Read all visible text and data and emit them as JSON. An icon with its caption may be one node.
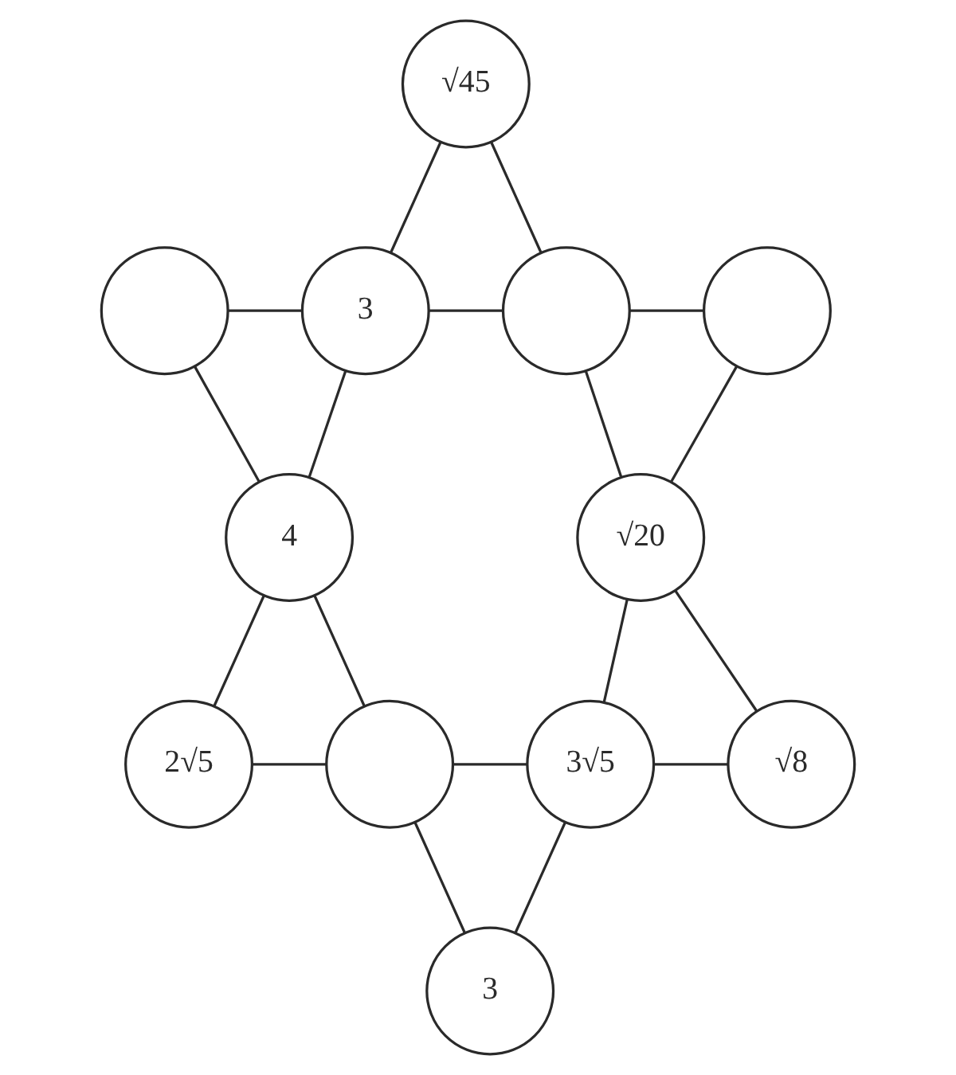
{
  "diagram": {
    "nodes": [
      {
        "text": [
          "√45"
        ]
      },
      {
        "text": [],
        "shape": "circle"
      },
      {
        "text": [
          "3"
        ]
      },
      {
        "text": [],
        "shape": "circle"
      },
      {
        "text": [],
        "shape": "circle"
      },
      {
        "text": [
          "4"
        ]
      },
      {
        "text": [
          "√20"
        ]
      },
      {
        "text": [
          "2√5"
        ]
      },
      {
        "text": [],
        "shape": "circle"
      },
      {
        "text": [
          "3√5"
        ]
      },
      {
        "text": [
          "√8"
        ]
      },
      {
        "text": [
          "3"
        ]
      }
    ],
    "edges": [
      {
        "from": 0,
        "to": 2,
        "arrow": "none"
      },
      {
        "from": 0,
        "to": 3,
        "arrow": "none"
      },
      {
        "from": 1,
        "to": 2,
        "arrow": "none"
      },
      {
        "from": 2,
        "to": 3,
        "arrow": "none"
      },
      {
        "from": 3,
        "to": 4,
        "arrow": "none"
      },
      {
        "from": 1,
        "to": 5,
        "arrow": "none"
      },
      {
        "from": 2,
        "to": 5,
        "arrow": "none"
      },
      {
        "from": 3,
        "to": 6,
        "arrow": "none"
      },
      {
        "from": 4,
        "to": 6,
        "arrow": "none"
      },
      {
        "from": 5,
        "to": 7,
        "arrow": "none"
      },
      {
        "from": 5,
        "to": 8,
        "arrow": "none"
      },
      {
        "from": 6,
        "to": 9,
        "arrow": "none"
      },
      {
        "from": 6,
        "to": 10,
        "arrow": "none"
      },
      {
        "from": 7,
        "to": 8,
        "arrow": "none"
      },
      {
        "from": 8,
        "to": 9,
        "arrow": "none"
      },
      {
        "from": 9,
        "to": 10,
        "arrow": "none"
      },
      {
        "from": 8,
        "to": 11,
        "arrow": "none"
      },
      {
        "from": 9,
        "to": 11,
        "arrow": "none"
      }
    ]
  }
}
